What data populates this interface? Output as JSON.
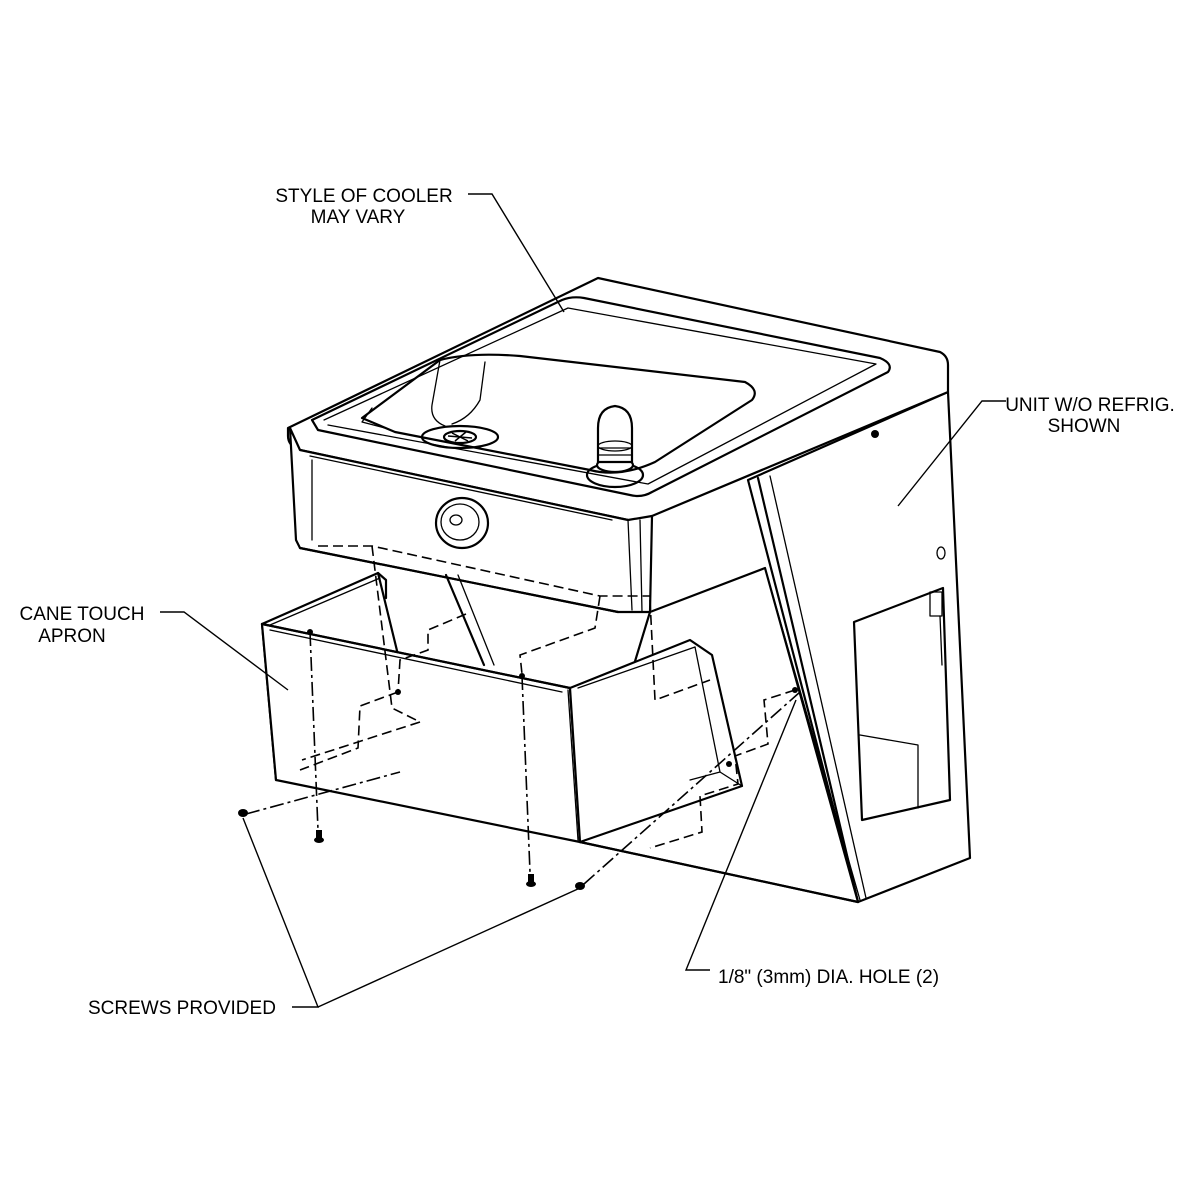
{
  "labels": {
    "style_of_cooler_line1": "STYLE OF COOLER",
    "style_of_cooler_line2": "MAY VARY",
    "unit_wo_refrig_line1": "UNIT W/O REFRIG.",
    "unit_wo_refrig_line2": "SHOWN",
    "cane_touch_apron_line1": "CANE TOUCH",
    "cane_touch_apron_line2": "APRON",
    "hole": "1/8\" (3mm) DIA. HOLE (2)",
    "screws_provided": "SCREWS PROVIDED"
  }
}
